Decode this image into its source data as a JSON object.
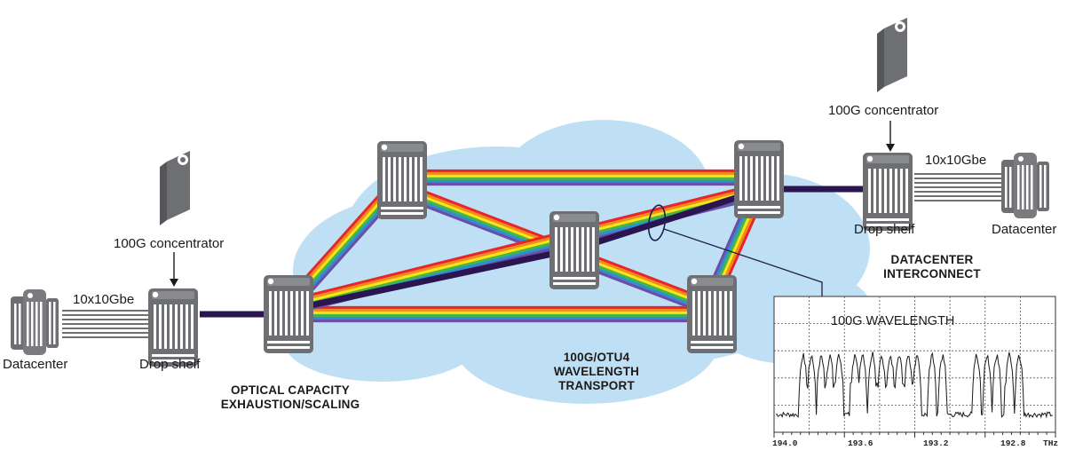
{
  "left_site": {
    "datacenter_label": "Datacenter",
    "drop_shelf_label": "Drop shelf",
    "concentrator_label": "100G concentrator",
    "link_label": "10x10Gbe"
  },
  "right_site": {
    "datacenter_label": "Datacenter",
    "drop_shelf_label": "Drop shelf",
    "concentrator_label": "100G concentrator",
    "link_label": "10x10Gbe"
  },
  "captions": {
    "capacity_line1": "OPTICAL CAPACITY",
    "capacity_line2": "EXHAUSTION/SCALING",
    "transport_line1": "100G/OTU4",
    "transport_line2": "WAVELENGTH",
    "transport_line3": "TRANSPORT",
    "interconnect_line1": "DATACENTER",
    "interconnect_line2": "INTERCONNECT"
  },
  "spectrum": {
    "title": "100G WAVELENGTH",
    "tick_labels": [
      "194.0",
      "193.6",
      "193.2",
      "192.8"
    ],
    "unit": "THz"
  },
  "colors": {
    "device_gray": "#7a7b7f",
    "device_dark": "#56575b",
    "cloud": "#bfe0f4",
    "trunk": "#2a1550",
    "rainbow": [
      "#e8262a",
      "#f28a1e",
      "#f6e616",
      "#47b348",
      "#2e8ed3",
      "#6a4fa5"
    ]
  }
}
